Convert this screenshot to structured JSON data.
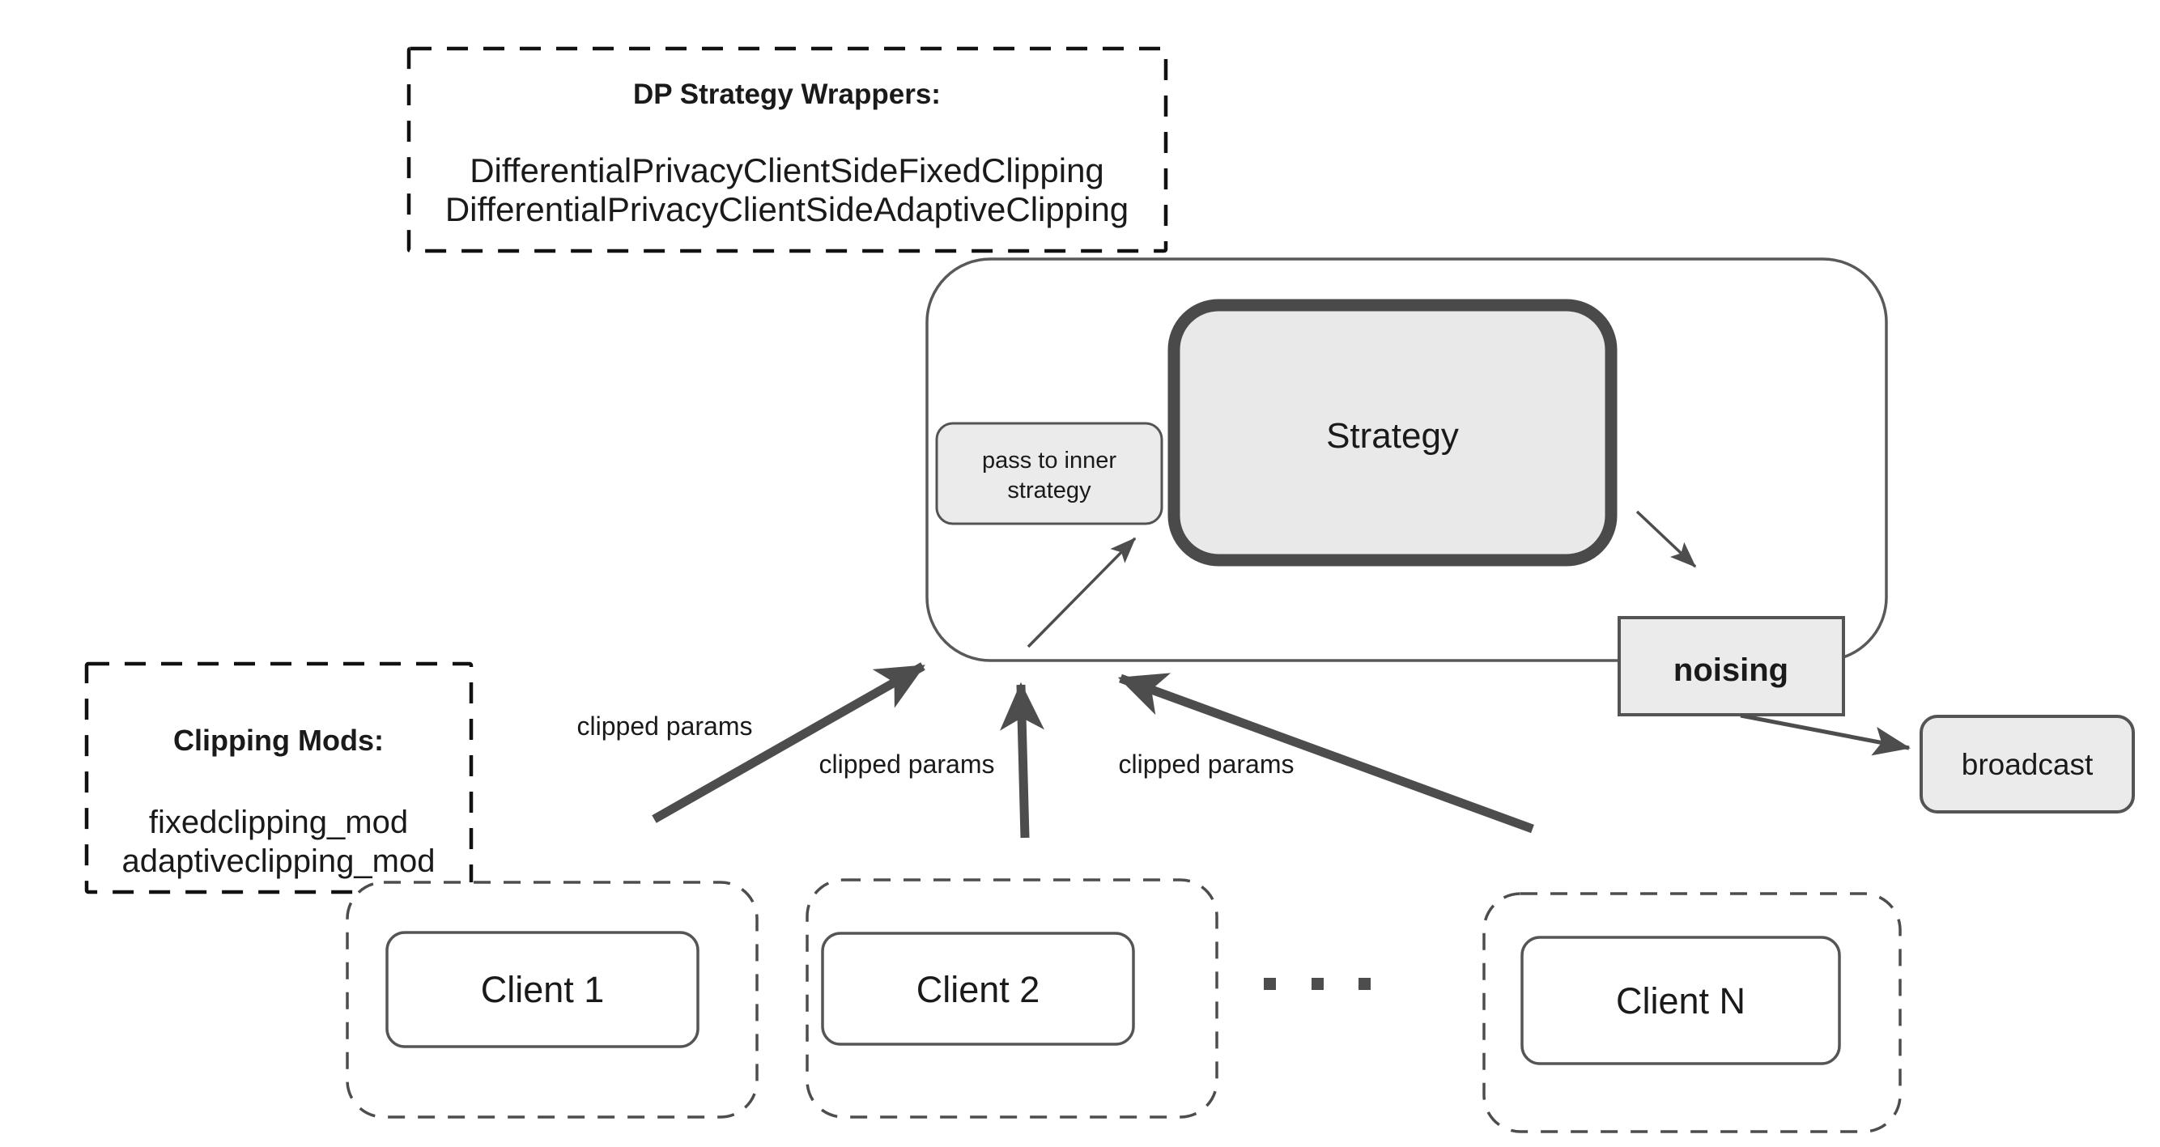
{
  "diagram": {
    "title_hint": "Differential Privacy federated learning strategy diagram",
    "dp_wrappers": {
      "title": "DP Strategy Wrappers:",
      "line1": "DifferentialPrivacyClientSideFixedClipping",
      "line2": "DifferentialPrivacyClientSideAdaptiveClipping"
    },
    "clipping_mods": {
      "title": "Clipping Mods:",
      "line1": "fixedclipping_mod",
      "line2": "adaptiveclipping_mod"
    },
    "server": {
      "strategy": "Strategy",
      "pass_line1": "pass to inner",
      "pass_line2": "strategy",
      "noising": "noising",
      "broadcast": "broadcast"
    },
    "edges": {
      "label1": "clipped params",
      "label2": "clipped params",
      "label3": "clipped params"
    },
    "clients": [
      {
        "label": "Client 1"
      },
      {
        "label": "Client 2"
      },
      {
        "label": "Client N"
      }
    ],
    "ellipsis_icon": "three-square-dots",
    "colors": {
      "box_fill": "#ebebeb",
      "strategy_fill": "#e9e9e9",
      "arrow_stroke": "#4d4d4d",
      "box_stroke": "#545454",
      "server_stroke": "#595959",
      "dashed_black": "#111111",
      "text": "#1a1a1a"
    }
  }
}
